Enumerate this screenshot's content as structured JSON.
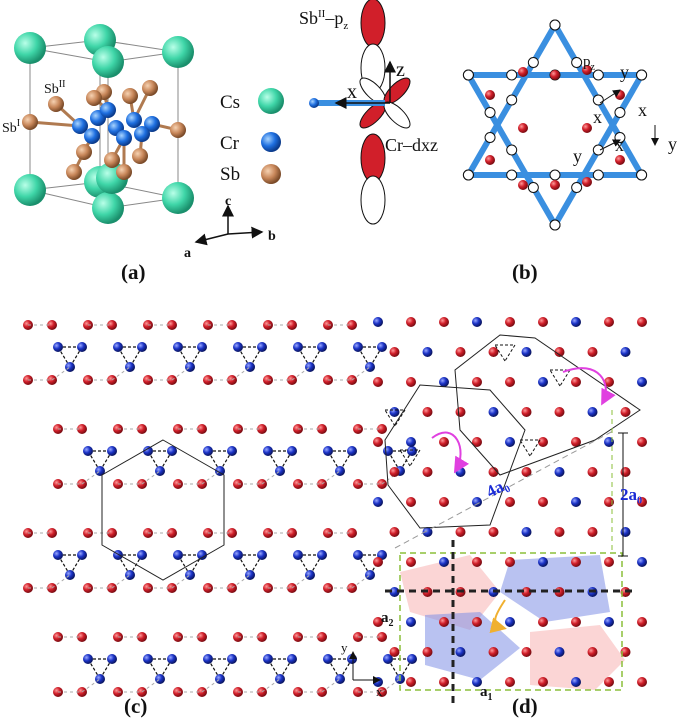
{
  "colors": {
    "cs": "#3fd6a8",
    "cr": "#1e6fe0",
    "sb": "#c8875a",
    "red_atom": "#d11f2a",
    "blue_atom": "#1c34c8",
    "bond_blue": "#3a8fe0",
    "magenta": "#e040e0",
    "green_dash": "#8bbf3a",
    "accent_blue": "#1a2bd6"
  },
  "panel_a": {
    "caption": "(a)",
    "label_sb2": "Sb",
    "label_sb2_sup": "II",
    "label_sb1": "Sb",
    "label_sb1_sup": "I",
    "legend": [
      {
        "label": "Cs",
        "color": "#3fd6a8"
      },
      {
        "label": "Cr",
        "color": "#1e6fe0"
      },
      {
        "label": "Sb",
        "color": "#c8875a"
      }
    ],
    "axes": {
      "c": "c",
      "a": "a",
      "b": "b"
    }
  },
  "panel_b": {
    "caption": "(b)",
    "orbital_top_label": "Sb",
    "orbital_top_sup": "II",
    "orbital_top_suffix": "–p",
    "orbital_top_sub": "z",
    "orbital_bottom_label": "Cr–dxz",
    "axis_x": "x",
    "axis_z": "z",
    "kagome_labels": {
      "pz": "p",
      "pz_sub": "z",
      "x": "x",
      "y": "y"
    }
  },
  "panel_c": {
    "caption": "(c)"
  },
  "panel_d": {
    "caption": "(d)",
    "label_4a0": "4a₀",
    "label_2a0": "2a₀",
    "label_a1": "a",
    "label_a1_sub": "1",
    "label_a2": "a",
    "label_a2_sub": "2",
    "axis_x": "x",
    "axis_y": "y"
  }
}
